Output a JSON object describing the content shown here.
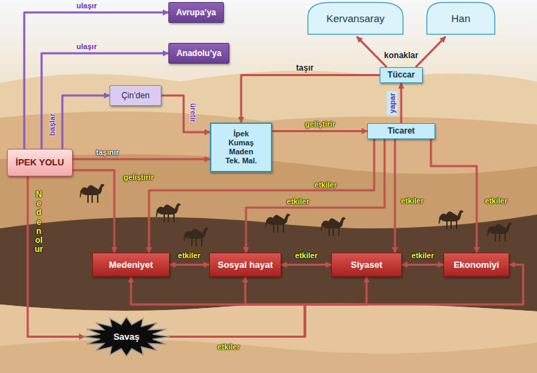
{
  "diagram": {
    "nodes": [
      {
        "text": [
          "Avrupa’ya"
        ]
      },
      {
        "text": [
          "Kervansaray"
        ]
      },
      {
        "text": [
          "Han"
        ]
      },
      {
        "text": [
          "Anadolu’ya"
        ]
      },
      {
        "text": [
          "Tüccar"
        ]
      },
      {
        "text": [
          "Çin’den"
        ]
      },
      {
        "text": [
          "İpek Kumaş Maden Tek. Mal."
        ]
      },
      {
        "text": [
          "Ticaret"
        ]
      },
      {
        "text": [
          "İPEK YOLU"
        ]
      },
      {
        "text": [
          "Medeniyet"
        ]
      },
      {
        "text": [
          "Sosyal hayat"
        ]
      },
      {
        "text": [
          "Siyaset"
        ]
      },
      {
        "text": [
          "Ekonomiyi"
        ]
      },
      {
        "text": [
          "Savaş"
        ]
      }
    ],
    "edges": [
      {
        "from": 8,
        "to": 0,
        "arrow": "to",
        "label": "ulaşır"
      },
      {
        "from": 8,
        "to": 3,
        "arrow": "to",
        "label": "ulaşır"
      },
      {
        "from": 8,
        "to": 5,
        "arrow": "to",
        "label": "başlar"
      },
      {
        "from": 5,
        "to": 6,
        "arrow": "to",
        "label": "üretir"
      },
      {
        "from": 8,
        "to": 6,
        "arrow": "to",
        "label": "taşınır"
      },
      {
        "from": 8,
        "to": 9,
        "arrow": "to",
        "label": "geliştirir"
      },
      {
        "from": 6,
        "to": 7,
        "arrow": "to",
        "label": "geliştirir"
      },
      {
        "from": 7,
        "to": 4,
        "arrow": "to",
        "label": "yapar"
      },
      {
        "from": 4,
        "to": 1,
        "arrow": "to",
        "label": "konaklar"
      },
      {
        "from": 4,
        "to": 2,
        "arrow": "to"
      },
      {
        "from": 4,
        "to": 6,
        "arrow": "to",
        "label": "taşır"
      },
      {
        "from": 7,
        "to": 9,
        "arrow": "to",
        "label": "etkiler"
      },
      {
        "from": 7,
        "to": 10,
        "arrow": "to",
        "label": "etkiler"
      },
      {
        "from": 7,
        "to": 11,
        "arrow": "to",
        "label": "etkiler"
      },
      {
        "from": 7,
        "to": 12,
        "arrow": "to",
        "label": "etkiler"
      },
      {
        "from": 9,
        "to": 10,
        "arrow": "both",
        "label": "etkiler"
      },
      {
        "from": 10,
        "to": 11,
        "arrow": "both",
        "label": "etkiler"
      },
      {
        "from": 11,
        "to": 12,
        "arrow": "both",
        "label": "etkiler"
      },
      {
        "from": 8,
        "to": 13,
        "arrow": "to",
        "label": "Neden olur"
      },
      {
        "from": 13,
        "to": 9,
        "arrow": "to",
        "label": "etkiler"
      },
      {
        "from": 13,
        "to": 10,
        "arrow": "to"
      },
      {
        "from": 13,
        "to": 11,
        "arrow": "to"
      },
      {
        "from": 13,
        "to": 12,
        "arrow": "to"
      }
    ]
  }
}
